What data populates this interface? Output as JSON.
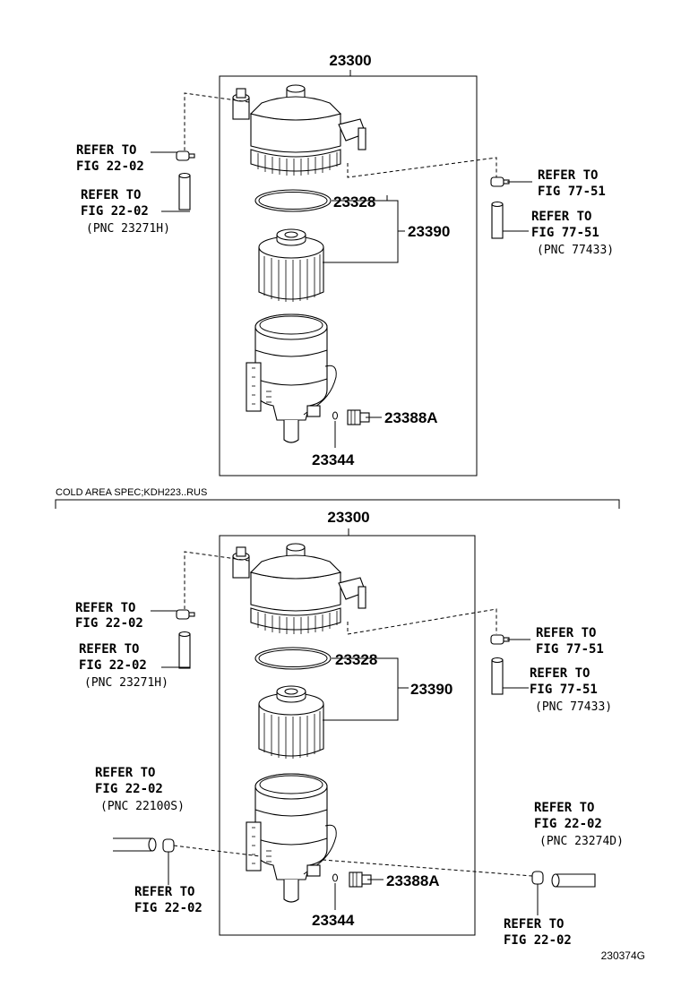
{
  "top_section": {
    "assembly_number": "23300",
    "oring_number": "23328",
    "element_number": "23390",
    "drain_plug_number": "23388A",
    "gasket_number": "23344",
    "left_refer1": {
      "line1": "REFER TO",
      "line2": "FIG 22-02"
    },
    "left_refer2": {
      "line1": "REFER TO",
      "line2": "FIG 22-02",
      "line3": "(PNC 23271H)"
    },
    "right_refer1": {
      "line1": "REFER TO",
      "line2": "FIG 77-51"
    },
    "right_refer2": {
      "line1": "REFER TO",
      "line2": "FIG 77-51",
      "line3": "(PNC 77433)"
    }
  },
  "spec_caption": "COLD AREA SPEC;KDH223..RUS",
  "bottom_section": {
    "assembly_number": "23300",
    "oring_number": "23328",
    "element_number": "23390",
    "drain_plug_number": "23388A",
    "gasket_number": "23344",
    "left_refer1": {
      "line1": "REFER TO",
      "line2": "FIG 22-02"
    },
    "left_refer2": {
      "line1": "REFER TO",
      "line2": "FIG 22-02",
      "line3": "(PNC 23271H)"
    },
    "right_refer1": {
      "line1": "REFER TO",
      "line2": "FIG 77-51"
    },
    "right_refer2": {
      "line1": "REFER TO",
      "line2": "FIG 77-51",
      "line3": "(PNC 77433)"
    },
    "left_hose_refer": {
      "line1": "REFER TO",
      "line2": "FIG 22-02",
      "line3": "(PNC 22100S)"
    },
    "left_heater_refer": {
      "line1": "REFER TO",
      "line2": "FIG 22-02"
    },
    "right_hose_refer": {
      "line1": "REFER TO",
      "line2": "FIG 22-02",
      "line3": "(PNC 23274D)"
    },
    "right_heater_refer": {
      "line1": "REFER TO",
      "line2": "FIG 22-02"
    }
  },
  "figure_code": "230374G"
}
